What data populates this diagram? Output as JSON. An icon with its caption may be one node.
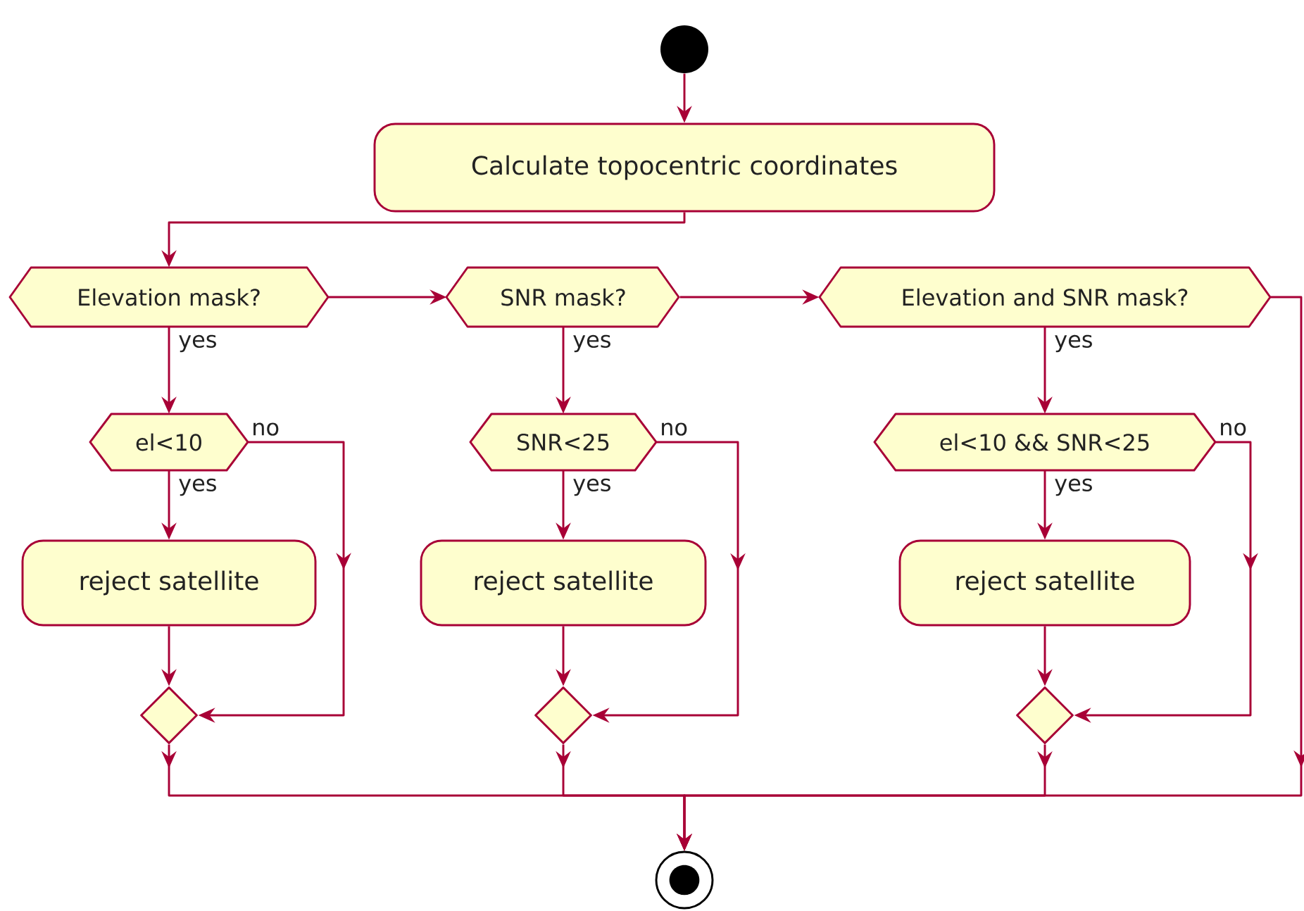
{
  "diagram": {
    "nodes": [
      {
        "text": [],
        "shape": "circle"
      },
      {
        "text": [
          "Calculate topocentric coordinates"
        ]
      },
      {
        "text": [
          "Elevation mask?"
        ]
      },
      {
        "text": [
          "el<10"
        ]
      },
      {
        "text": [
          "reject satellite"
        ]
      },
      {
        "text": [],
        "shape": "diamond"
      },
      {
        "text": [
          "SNR mask?"
        ]
      },
      {
        "text": [
          "SNR<25"
        ]
      },
      {
        "text": [
          "reject satellite"
        ]
      },
      {
        "text": [],
        "shape": "diamond"
      },
      {
        "text": [
          "Elevation and SNR mask?"
        ]
      },
      {
        "text": [
          "el<10 && SNR<25"
        ]
      },
      {
        "text": [
          "reject satellite"
        ]
      },
      {
        "text": [],
        "shape": "diamond"
      },
      {
        "text": [],
        "shape": "target"
      }
    ],
    "edges": [
      {
        "from": 0,
        "to": 1,
        "arrow": "to"
      },
      {
        "from": 1,
        "to": 2,
        "arrow": "to"
      },
      {
        "from": 2,
        "to": 3,
        "arrow": "to",
        "label": "yes"
      },
      {
        "from": 3,
        "to": 4,
        "arrow": "to",
        "label": "yes"
      },
      {
        "from": 4,
        "to": 5,
        "arrow": "to"
      },
      {
        "from": 3,
        "to": 5,
        "arrow": "to",
        "label": "no"
      },
      {
        "from": 2,
        "to": 6,
        "arrow": "to"
      },
      {
        "from": 6,
        "to": 7,
        "arrow": "to",
        "label": "yes"
      },
      {
        "from": 7,
        "to": 8,
        "arrow": "to",
        "label": "yes"
      },
      {
        "from": 8,
        "to": 9,
        "arrow": "to"
      },
      {
        "from": 7,
        "to": 9,
        "arrow": "to",
        "label": "no"
      },
      {
        "from": 6,
        "to": 10,
        "arrow": "to"
      },
      {
        "from": 10,
        "to": 11,
        "arrow": "to",
        "label": "yes"
      },
      {
        "from": 11,
        "to": 12,
        "arrow": "to",
        "label": "yes"
      },
      {
        "from": 12,
        "to": 13,
        "arrow": "to"
      },
      {
        "from": 11,
        "to": 13,
        "arrow": "to",
        "label": "no"
      },
      {
        "from": 5,
        "to": 14,
        "arrow": "to"
      },
      {
        "from": 9,
        "to": 14,
        "arrow": "to"
      },
      {
        "from": 13,
        "to": 14,
        "arrow": "to"
      },
      {
        "from": 10,
        "to": 14,
        "arrow": "to"
      }
    ]
  }
}
